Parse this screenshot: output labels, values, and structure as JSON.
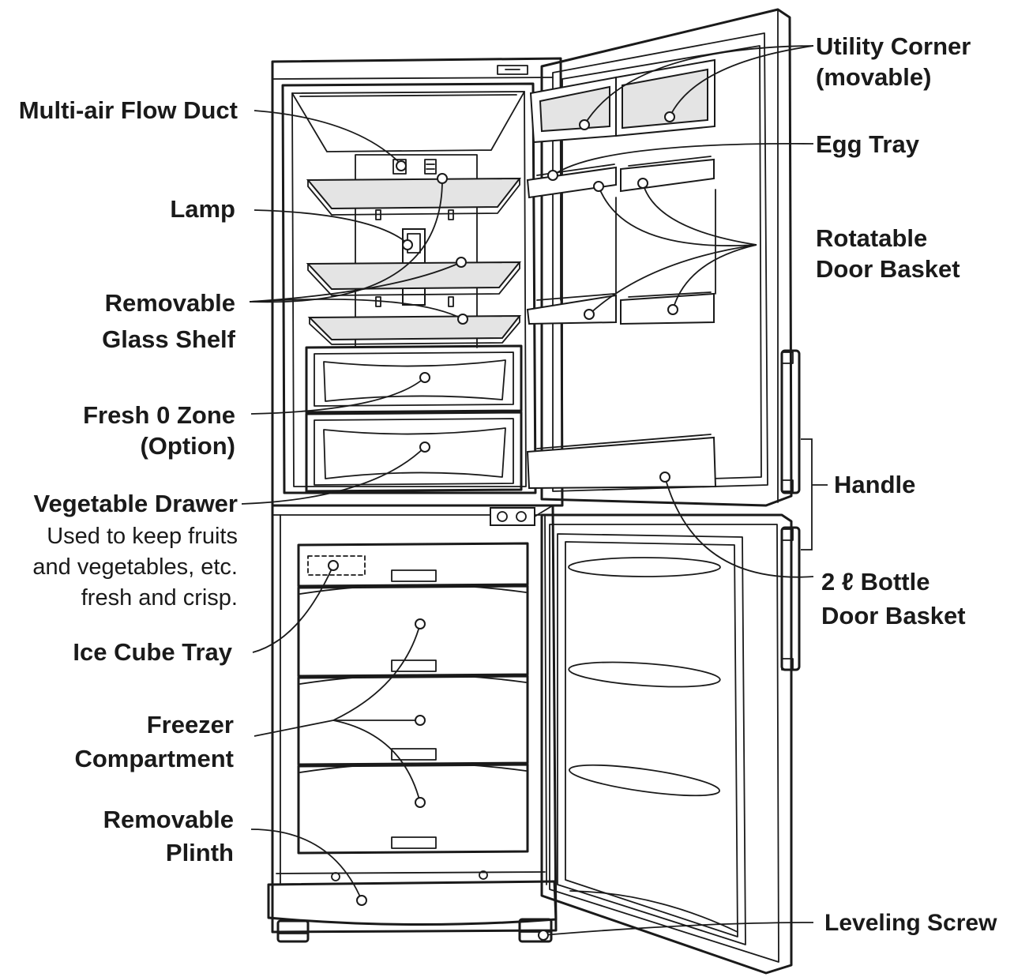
{
  "labels": {
    "multi_air_flow_duct": "Multi-air Flow Duct",
    "lamp": "Lamp",
    "removable_glass_shelf_line1": "Removable",
    "removable_glass_shelf_line2": "Glass Shelf",
    "fresh_zone_line1": "Fresh 0 Zone",
    "fresh_zone_line2": "(Option)",
    "vegetable_drawer": "Vegetable Drawer",
    "vegetable_drawer_desc_line1": "Used to keep fruits",
    "vegetable_drawer_desc_line2": "and vegetables, etc.",
    "vegetable_drawer_desc_line3": "fresh and crisp.",
    "ice_cube_tray": "Ice Cube Tray",
    "freezer_compartment_line1": "Freezer",
    "freezer_compartment_line2": "Compartment",
    "removable_plinth_line1": "Removable",
    "removable_plinth_line2": "Plinth",
    "utility_corner_line1": "Utility Corner",
    "utility_corner_line2": "(movable)",
    "egg_tray": "Egg Tray",
    "rotatable_door_basket_line1": "Rotatable",
    "rotatable_door_basket_line2": "Door Basket",
    "handle": "Handle",
    "bottle_door_basket_line1": "2 ℓ Bottle",
    "bottle_door_basket_line2": "Door Basket",
    "leveling_screw": "Leveling Screw"
  },
  "colors": {
    "line": "#1a1a1a",
    "glass": "#e4e4e4",
    "background": "#ffffff"
  }
}
